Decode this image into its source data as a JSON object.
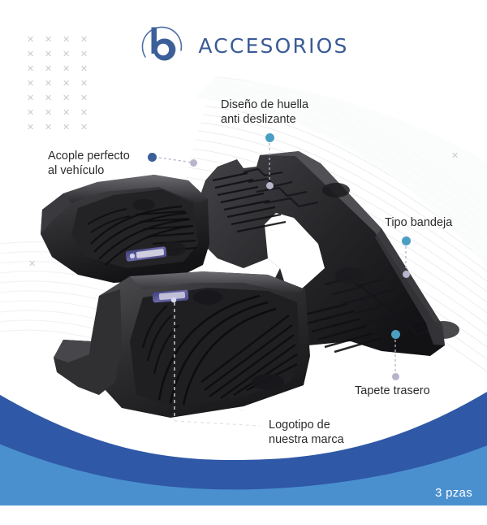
{
  "header": {
    "logo_icon": "brand-b-logo",
    "brand_name": "ACCESORIOS",
    "brand_color": "#3a5a96",
    "logo_stroke_color": "#3b5f99",
    "logo_bowl_color": "#8e9196"
  },
  "product": {
    "image_alt": "Juego de tapetes tipo bandeja color negro",
    "pieces_label": "3 pzas",
    "mats": [
      {
        "name": "tapete-delantero-izquierdo",
        "alt": "Tapete delantero izquierdo tipo bandeja"
      },
      {
        "name": "tapete-delantero-derecho",
        "alt": "Tapete delantero derecho tipo bandeja"
      },
      {
        "name": "tapete-trasero",
        "alt": "Tapete trasero de una pieza"
      }
    ],
    "badge_color": "#4b4a86"
  },
  "callouts": [
    {
      "id": "acople",
      "text": "Acople perfecto\nal vehículo",
      "dot_color": "#3b5f99",
      "align": "left"
    },
    {
      "id": "huella",
      "text": "Diseño de huella\nanti deslizante",
      "dot_color": "#4a9ec4",
      "align": "left"
    },
    {
      "id": "bandeja",
      "text": "Tipo bandeja",
      "dot_color": "#4a9ec4",
      "align": "left"
    },
    {
      "id": "trasero",
      "text": "Tapete trasero",
      "dot_color": "#4a9ec4",
      "align": "left"
    },
    {
      "id": "logotipo",
      "text": "Logotipo de\nnuestra marca",
      "dot_color": "#b9b4cc",
      "align": "left"
    }
  ],
  "footer": {
    "pieces_text": "3 pzas",
    "band_navy_color": "#2f58a6",
    "band_blue_color": "#4a90cf"
  },
  "decor": {
    "x_mark_glyph": "✕",
    "x_mark_color": "#c9cbce",
    "grid_columns": 4,
    "grid_rows": 7
  }
}
